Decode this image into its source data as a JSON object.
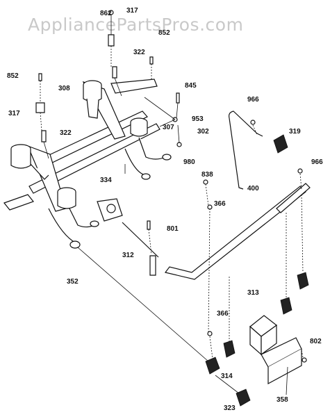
{
  "watermark": "AppliancePartsPros.com",
  "labels": {
    "p862": "862",
    "p317a": "317",
    "p852a": "852",
    "p322a": "322",
    "p852b": "852",
    "p308": "308",
    "p317b": "317",
    "p845": "845",
    "p322b": "322",
    "p953": "953",
    "p307": "307",
    "p302": "302",
    "p966a": "966",
    "p319": "319",
    "p980": "980",
    "p966b": "966",
    "p334": "334",
    "p838": "838",
    "p366a": "366",
    "p400": "400",
    "p801": "801",
    "p312": "312",
    "p352": "352",
    "p313": "313",
    "p366b": "366",
    "p802": "802",
    "p314": "314",
    "p358": "358",
    "p323": "323"
  }
}
